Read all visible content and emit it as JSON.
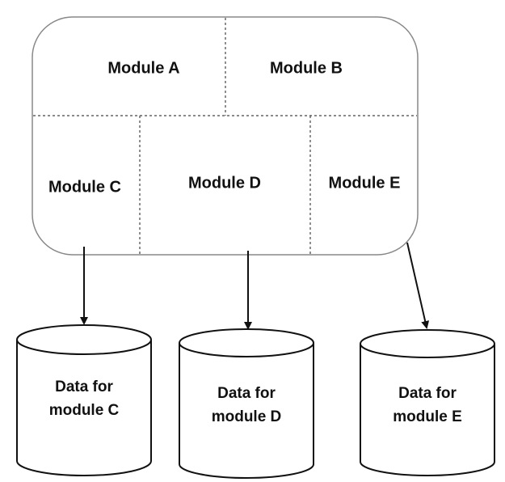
{
  "modules": {
    "a": "Module A",
    "b": "Module B",
    "c": "Module C",
    "d": "Module D",
    "e": "Module E"
  },
  "databases": {
    "c": {
      "line1": "Data for",
      "line2": "module C"
    },
    "d": {
      "line1": "Data for",
      "line2": "module D"
    },
    "e": {
      "line1": "Data for",
      "line2": "module E"
    }
  },
  "colors": {
    "stroke": "#111111",
    "divider": "#444444",
    "background": "#ffffff"
  }
}
